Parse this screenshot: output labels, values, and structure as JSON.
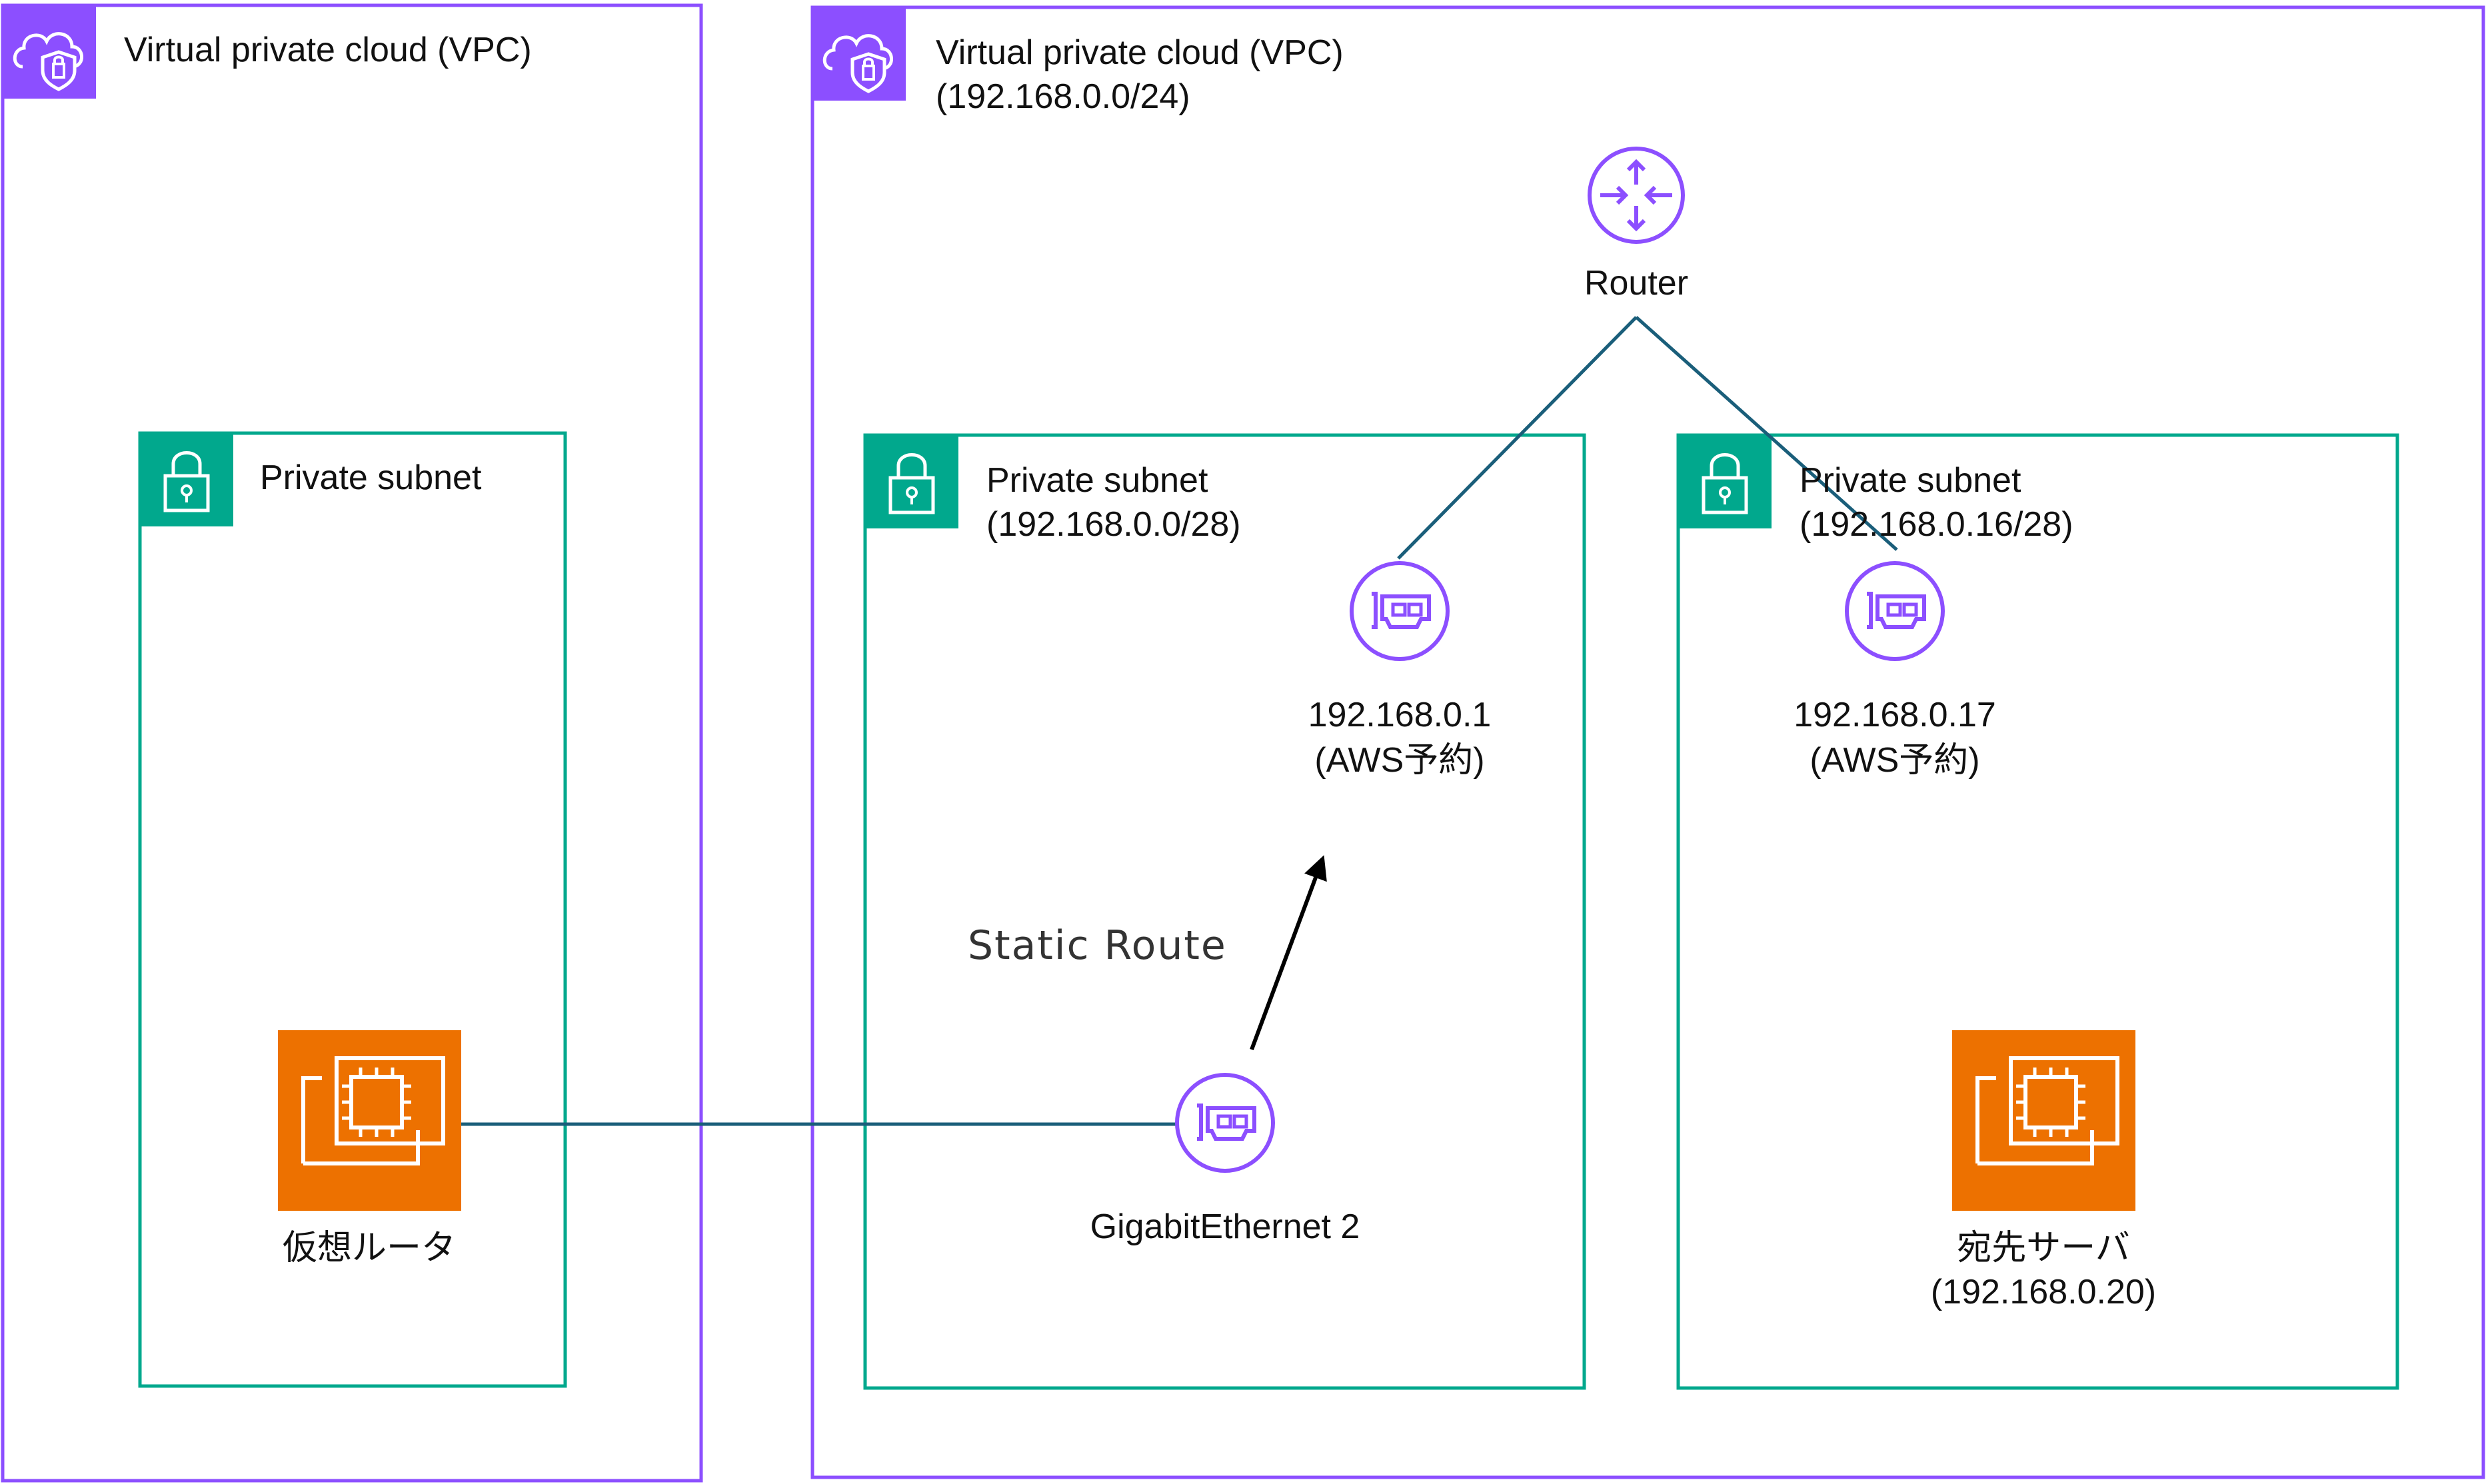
{
  "colors": {
    "vpc_border": "#8C4FFF",
    "subnet_border": "#01A88D",
    "ec2_fill": "#ED7100",
    "link_line": "#1A5E7A",
    "arrow": "#000000"
  },
  "vpc_left": {
    "title": "Virtual private cloud (VPC)",
    "icon": "vpc-cloud-shield-icon"
  },
  "vpc_right": {
    "title": "Virtual private cloud (VPC)",
    "cidr": "(192.168.0.0/24)",
    "icon": "vpc-cloud-shield-icon"
  },
  "subnet_left": {
    "title": "Private subnet",
    "icon": "padlock-icon"
  },
  "subnet_mid": {
    "title": "Private subnet",
    "cidr": "(192.168.0.0/28)",
    "icon": "padlock-icon"
  },
  "subnet_right": {
    "title": "Private subnet",
    "cidr": "(192.168.0.16/28)",
    "icon": "padlock-icon"
  },
  "router": {
    "label": "Router",
    "icon": "router-icon"
  },
  "eni_mid_top": {
    "ip": "192.168.0.1",
    "note": "(AWS予約)",
    "icon": "network-interface-icon"
  },
  "eni_right_top": {
    "ip": "192.168.0.17",
    "note": "(AWS予約)",
    "icon": "network-interface-icon"
  },
  "eni_gig": {
    "label": "GigabitEthernet 2",
    "icon": "network-interface-icon"
  },
  "virtual_router": {
    "label": "仮想ルータ",
    "icon": "ec2-instance-icon"
  },
  "dest_server": {
    "label": "宛先サーバ",
    "ip": "(192.168.0.20)",
    "icon": "ec2-instance-icon"
  },
  "static_route": {
    "label": "Static Route"
  }
}
